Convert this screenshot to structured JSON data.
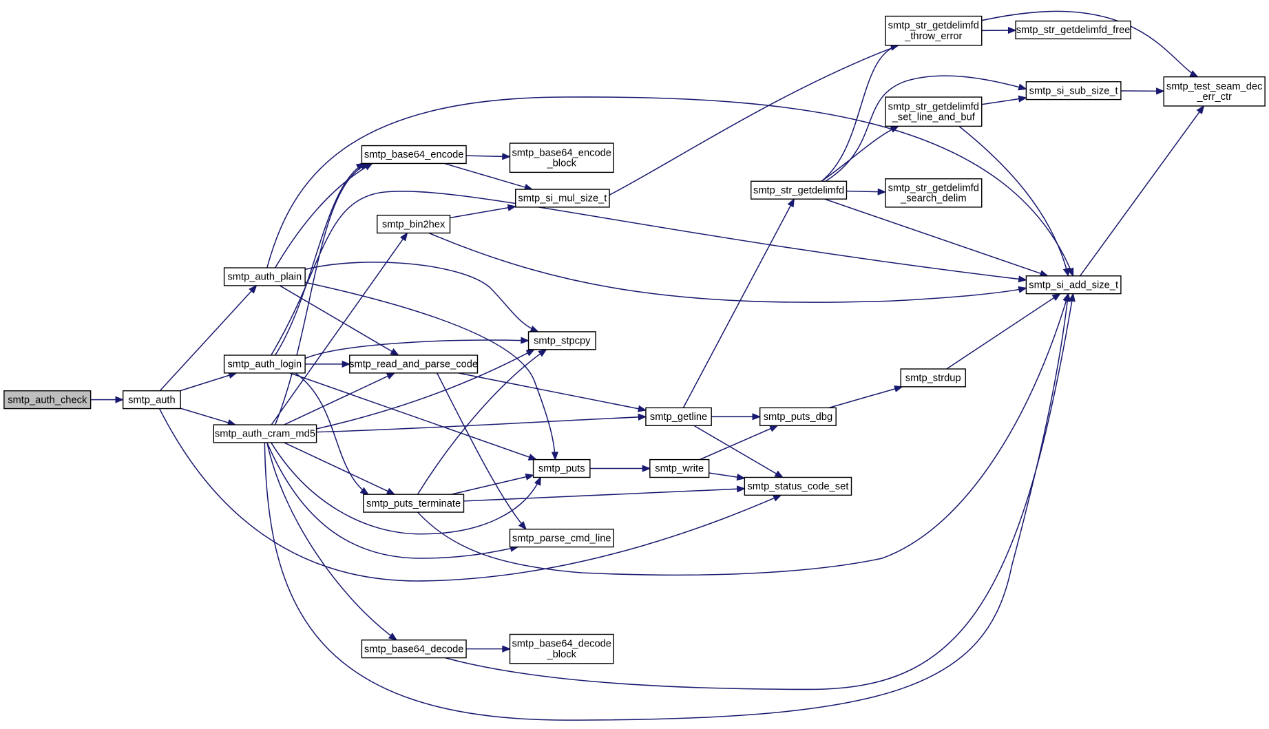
{
  "colors": {
    "edge": "#191970",
    "root_fill": "#bfbfbf",
    "node_fill": "#ffffff",
    "border": "#000000"
  },
  "nodes": {
    "smtp_auth_check": {
      "lines": [
        "smtp_auth_check"
      ]
    },
    "smtp_auth": {
      "lines": [
        "smtp_auth"
      ]
    },
    "smtp_auth_plain": {
      "lines": [
        "smtp_auth_plain"
      ]
    },
    "smtp_auth_login": {
      "lines": [
        "smtp_auth_login"
      ]
    },
    "smtp_auth_cram_md5": {
      "lines": [
        "smtp_auth_cram_md5"
      ]
    },
    "smtp_base64_encode": {
      "lines": [
        "smtp_base64_encode"
      ]
    },
    "smtp_base64_encode_block": {
      "lines": [
        "smtp_base64_encode",
        "_block"
      ]
    },
    "smtp_si_mul_size_t": {
      "lines": [
        "smtp_si_mul_size_t"
      ]
    },
    "smtp_bin2hex": {
      "lines": [
        "smtp_bin2hex"
      ]
    },
    "smtp_stpcpy": {
      "lines": [
        "smtp_stpcpy"
      ]
    },
    "smtp_read_and_parse_code": {
      "lines": [
        "smtp_read_and_parse_code"
      ]
    },
    "smtp_puts": {
      "lines": [
        "smtp_puts"
      ]
    },
    "smtp_puts_terminate": {
      "lines": [
        "smtp_puts_terminate"
      ]
    },
    "smtp_parse_cmd_line": {
      "lines": [
        "smtp_parse_cmd_line"
      ]
    },
    "smtp_base64_decode": {
      "lines": [
        "smtp_base64_decode"
      ]
    },
    "smtp_base64_decode_block": {
      "lines": [
        "smtp_base64_decode",
        "_block"
      ]
    },
    "smtp_getline": {
      "lines": [
        "smtp_getline"
      ]
    },
    "smtp_write": {
      "lines": [
        "smtp_write"
      ]
    },
    "smtp_puts_dbg": {
      "lines": [
        "smtp_puts_dbg"
      ]
    },
    "smtp_status_code_set": {
      "lines": [
        "smtp_status_code_set"
      ]
    },
    "smtp_strdup": {
      "lines": [
        "smtp_strdup"
      ]
    },
    "smtp_str_getdelimfd": {
      "lines": [
        "smtp_str_getdelimfd"
      ]
    },
    "smtp_str_getdelimfd_throw_error": {
      "lines": [
        "smtp_str_getdelimfd",
        "_throw_error"
      ]
    },
    "smtp_str_getdelimfd_free": {
      "lines": [
        "smtp_str_getdelimfd_free"
      ]
    },
    "smtp_str_getdelimfd_set_line_and_buf": {
      "lines": [
        "smtp_str_getdelimfd",
        "_set_line_and_buf"
      ]
    },
    "smtp_str_getdelimfd_search_delim": {
      "lines": [
        "smtp_str_getdelimfd",
        "_search_delim"
      ]
    },
    "smtp_si_sub_size_t": {
      "lines": [
        "smtp_si_sub_size_t"
      ]
    },
    "smtp_si_add_size_t": {
      "lines": [
        "smtp_si_add_size_t"
      ]
    },
    "smtp_test_seam_dec_err_ctr": {
      "lines": [
        "smtp_test_seam_dec",
        "_err_ctr"
      ]
    }
  },
  "edges": [
    [
      "smtp_auth_check",
      "smtp_auth"
    ],
    [
      "smtp_auth",
      "smtp_auth_plain"
    ],
    [
      "smtp_auth",
      "smtp_auth_login"
    ],
    [
      "smtp_auth",
      "smtp_auth_cram_md5"
    ],
    [
      "smtp_auth",
      "smtp_status_code_set"
    ],
    [
      "smtp_auth_plain",
      "smtp_base64_encode"
    ],
    [
      "smtp_auth_plain",
      "smtp_si_add_size_t"
    ],
    [
      "smtp_auth_plain",
      "smtp_stpcpy"
    ],
    [
      "smtp_auth_plain",
      "smtp_read_and_parse_code"
    ],
    [
      "smtp_auth_plain",
      "smtp_puts"
    ],
    [
      "smtp_auth_login",
      "smtp_base64_encode"
    ],
    [
      "smtp_auth_login",
      "smtp_stpcpy"
    ],
    [
      "smtp_auth_login",
      "smtp_read_and_parse_code"
    ],
    [
      "smtp_auth_login",
      "smtp_puts"
    ],
    [
      "smtp_auth_login",
      "smtp_puts_terminate"
    ],
    [
      "smtp_auth_login",
      "smtp_si_add_size_t"
    ],
    [
      "smtp_auth_cram_md5",
      "smtp_base64_encode"
    ],
    [
      "smtp_auth_cram_md5",
      "smtp_bin2hex"
    ],
    [
      "smtp_auth_cram_md5",
      "smtp_stpcpy"
    ],
    [
      "smtp_auth_cram_md5",
      "smtp_read_and_parse_code"
    ],
    [
      "smtp_auth_cram_md5",
      "smtp_getline"
    ],
    [
      "smtp_auth_cram_md5",
      "smtp_puts"
    ],
    [
      "smtp_auth_cram_md5",
      "smtp_puts_terminate"
    ],
    [
      "smtp_auth_cram_md5",
      "smtp_parse_cmd_line"
    ],
    [
      "smtp_auth_cram_md5",
      "smtp_base64_decode"
    ],
    [
      "smtp_auth_cram_md5",
      "smtp_si_add_size_t"
    ],
    [
      "smtp_base64_encode",
      "smtp_base64_encode_block"
    ],
    [
      "smtp_base64_encode",
      "smtp_si_mul_size_t"
    ],
    [
      "smtp_si_mul_size_t",
      "smtp_test_seam_dec_err_ctr"
    ],
    [
      "smtp_bin2hex",
      "smtp_si_mul_size_t"
    ],
    [
      "smtp_bin2hex",
      "smtp_si_add_size_t"
    ],
    [
      "smtp_read_and_parse_code",
      "smtp_getline"
    ],
    [
      "smtp_read_and_parse_code",
      "smtp_parse_cmd_line"
    ],
    [
      "smtp_puts_terminate",
      "smtp_stpcpy"
    ],
    [
      "smtp_puts_terminate",
      "smtp_puts"
    ],
    [
      "smtp_puts_terminate",
      "smtp_status_code_set"
    ],
    [
      "smtp_puts_terminate",
      "smtp_si_add_size_t"
    ],
    [
      "smtp_puts",
      "smtp_write"
    ],
    [
      "smtp_write",
      "smtp_puts_dbg"
    ],
    [
      "smtp_write",
      "smtp_status_code_set"
    ],
    [
      "smtp_getline",
      "smtp_str_getdelimfd"
    ],
    [
      "smtp_getline",
      "smtp_puts_dbg"
    ],
    [
      "smtp_getline",
      "smtp_status_code_set"
    ],
    [
      "smtp_puts_dbg",
      "smtp_strdup"
    ],
    [
      "smtp_strdup",
      "smtp_si_add_size_t"
    ],
    [
      "smtp_base64_decode",
      "smtp_base64_decode_block"
    ],
    [
      "smtp_base64_decode",
      "smtp_si_add_size_t"
    ],
    [
      "smtp_str_getdelimfd",
      "smtp_str_getdelimfd_throw_error"
    ],
    [
      "smtp_str_getdelimfd",
      "smtp_si_sub_size_t"
    ],
    [
      "smtp_str_getdelimfd",
      "smtp_str_getdelimfd_set_line_and_buf"
    ],
    [
      "smtp_str_getdelimfd",
      "smtp_str_getdelimfd_search_delim"
    ],
    [
      "smtp_str_getdelimfd",
      "smtp_si_add_size_t"
    ],
    [
      "smtp_str_getdelimfd_throw_error",
      "smtp_str_getdelimfd_free"
    ],
    [
      "smtp_str_getdelimfd_set_line_and_buf",
      "smtp_si_sub_size_t"
    ],
    [
      "smtp_str_getdelimfd_set_line_and_buf",
      "smtp_si_add_size_t"
    ],
    [
      "smtp_si_sub_size_t",
      "smtp_test_seam_dec_err_ctr"
    ],
    [
      "smtp_si_add_size_t",
      "smtp_test_seam_dec_err_ctr"
    ]
  ]
}
